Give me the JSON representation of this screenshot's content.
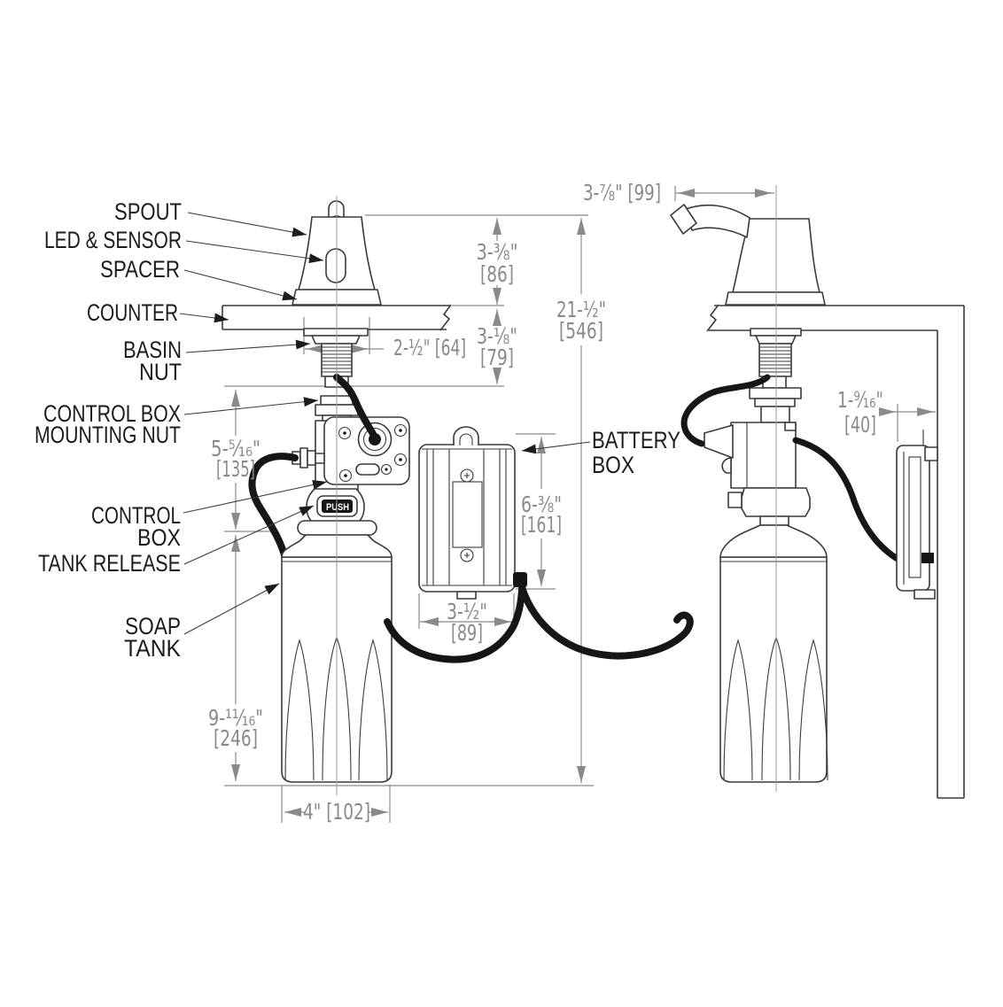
{
  "drawing": {
    "labels": {
      "spout": "SPOUT",
      "led_sensor": "LED & SENSOR",
      "spacer": "SPACER",
      "counter": "COUNTER",
      "basin_nut": [
        "BASIN",
        "NUT"
      ],
      "control_box_mounting_nut": [
        "CONTROL BOX",
        "MOUNTING NUT"
      ],
      "control_box": [
        "CONTROL",
        "BOX"
      ],
      "tank_release": "TANK RELEASE",
      "soap_tank": [
        "SOAP",
        "TANK"
      ],
      "battery_box": [
        "BATTERY",
        "BOX"
      ],
      "push_button": "PUSH"
    },
    "dimensions": {
      "spout_height_above_counter": [
        "3-⅜\"",
        "[86]"
      ],
      "counter_to_mounting_nut": [
        "3-⅛\"",
        "[79]"
      ],
      "overall_height": [
        "21-½\"",
        "[546]"
      ],
      "counter_hole": [
        "2-½\" [64]"
      ],
      "under_counter_depth": [
        "5-⁵⁄₁₆\"",
        "[135]"
      ],
      "battery_box_height": [
        "6-⅜\"",
        "[161]"
      ],
      "battery_box_width": [
        "3-½\"",
        "[89]"
      ],
      "tank_height": [
        "9-¹¹⁄₁₆\"",
        "[246]"
      ],
      "tank_diameter": [
        "4\" [102]"
      ],
      "spout_reach": [
        "3-⅞\" [99]"
      ],
      "wall_offset": [
        "1-⁹⁄₁₆\"",
        "[40]"
      ]
    },
    "colors": {
      "line": "#3a3a3a",
      "dimension": "#8a8a8a",
      "label": "#1c1c1c",
      "cable": "#161616",
      "background": "#ffffff"
    }
  }
}
